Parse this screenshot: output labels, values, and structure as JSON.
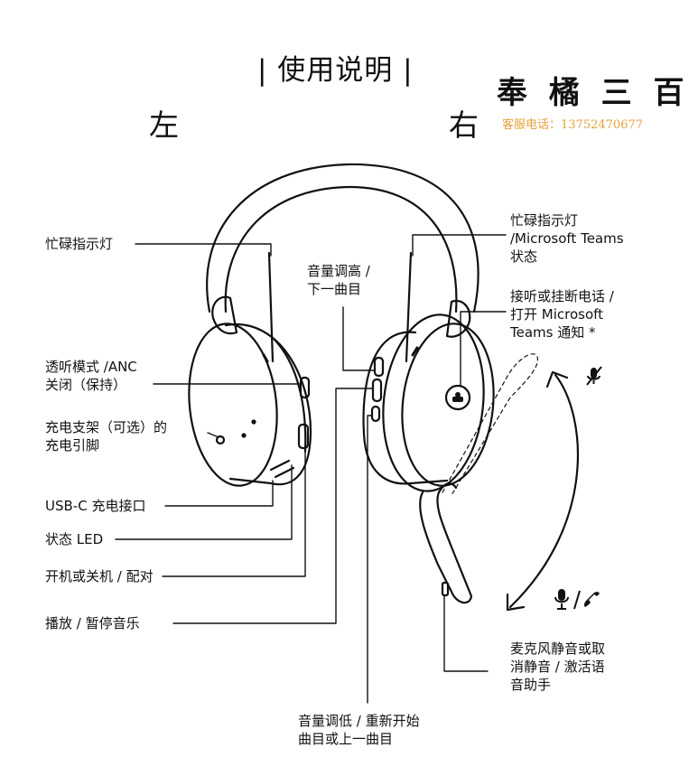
{
  "title": "| 使用说明 |",
  "side_left": "左",
  "side_right": "右",
  "watermark": {
    "brand": "奉 橘 三 百",
    "phone": "客服电话：13752470677"
  },
  "labels": {
    "left_busy_light": "忙碌指示灯",
    "hearthrough": "透听模式 /ANC\n关闭（保持）",
    "charging_pins": "充电支架（可选）的\n充电引脚",
    "usbc_port": "USB-C 充电接口",
    "status_led": "状态 LED",
    "power_pair": "开机或关机 / 配对",
    "play_pause": "播放 / 暂停音乐",
    "vol_up": "音量调高 /\n下一曲目",
    "vol_down": "音量调低 / 重新开始\n曲目或上一曲目",
    "right_busy_light": "忙碌指示灯\n/Microsoft Teams\n状态",
    "answer_call": "接听或挂断电话 /\n打开 Microsoft\nTeams 通知 *",
    "mic_mute": "麦克风静音或取\n消静音 / 激活语\n音助手"
  },
  "icons": {
    "mic_muted": "mic-muted-icon",
    "mic_on": "mic-icon",
    "phone": "phone-handset-icon",
    "teams_button": "teams-logo-icon"
  }
}
